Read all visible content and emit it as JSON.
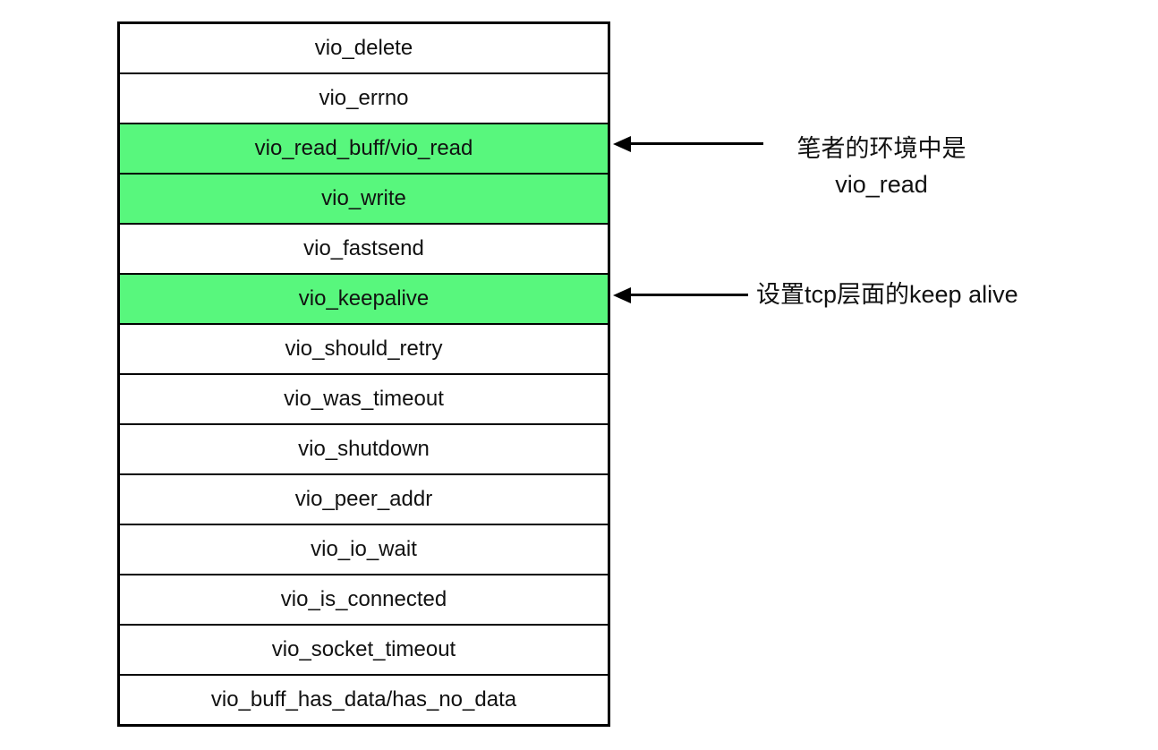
{
  "diagram": {
    "title_hint": "vio function table",
    "rows": [
      {
        "label": "vio_delete",
        "highlighted": false
      },
      {
        "label": "vio_errno",
        "highlighted": false
      },
      {
        "label": "vio_read_buff/vio_read",
        "highlighted": true
      },
      {
        "label": "vio_write",
        "highlighted": true
      },
      {
        "label": "vio_fastsend",
        "highlighted": false
      },
      {
        "label": "vio_keepalive",
        "highlighted": true
      },
      {
        "label": "vio_should_retry",
        "highlighted": false
      },
      {
        "label": "vio_was_timeout",
        "highlighted": false
      },
      {
        "label": "vio_shutdown",
        "highlighted": false
      },
      {
        "label": "vio_peer_addr",
        "highlighted": false
      },
      {
        "label": "vio_io_wait",
        "highlighted": false
      },
      {
        "label": "vio_is_connected",
        "highlighted": false
      },
      {
        "label": "vio_socket_timeout",
        "highlighted": false
      },
      {
        "label": "vio_buff_has_data/has_no_data",
        "highlighted": false
      }
    ],
    "annotations": [
      {
        "lines": [
          "笔者的环境中是",
          "vio_read"
        ],
        "target_row": "vio_read_buff/vio_read"
      },
      {
        "lines": [
          "设置tcp层面的keep alive"
        ],
        "target_row": "vio_keepalive"
      }
    ],
    "colors": {
      "highlight": "#58f77d",
      "border": "#000000",
      "text": "#111111",
      "background": "#ffffff"
    }
  }
}
